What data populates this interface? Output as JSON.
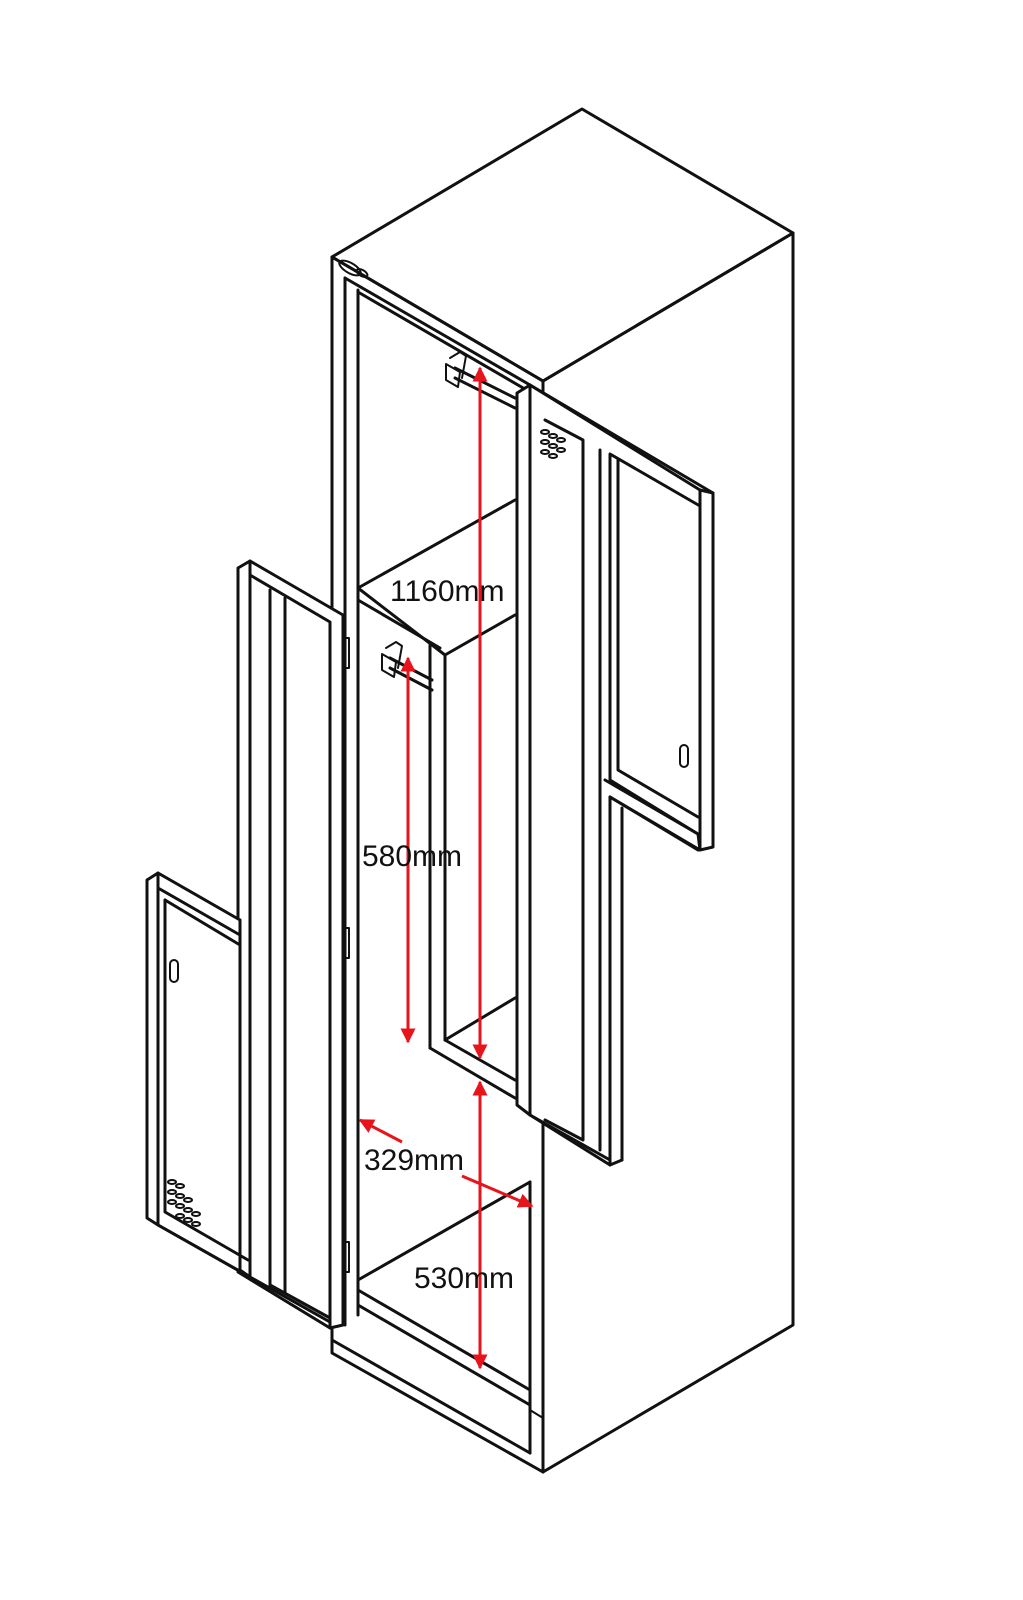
{
  "dimensions": {
    "upper_compartment_height": "1160mm",
    "lower_hanging_height": "580mm",
    "depth": "329mm",
    "lower_compartment_height": "530mm"
  },
  "colors": {
    "outline": "#111111",
    "dimension_arrow": "#e8141c",
    "background": "#ffffff"
  }
}
